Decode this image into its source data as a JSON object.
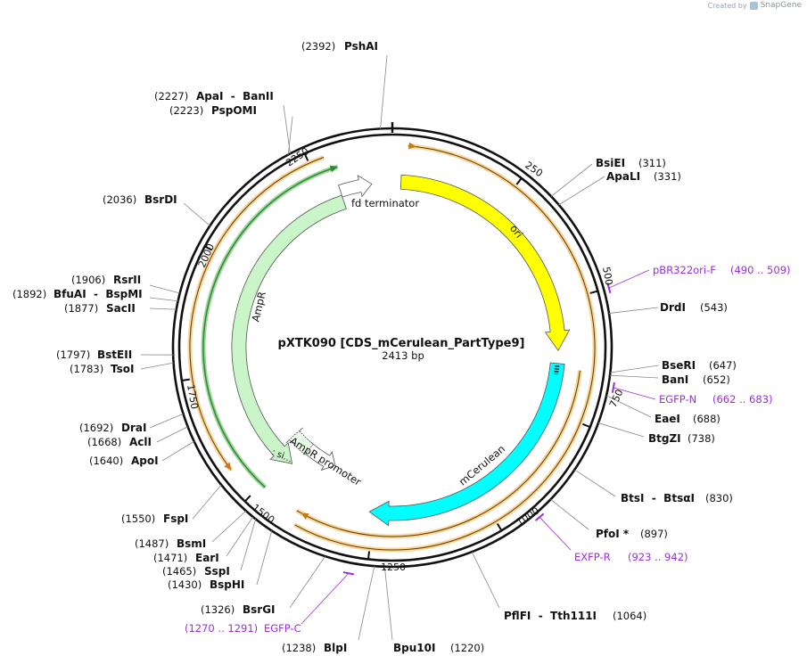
{
  "credit": {
    "prefix": "Created by",
    "brand": "SnapGene"
  },
  "title": "pXTK090 [CDS_mCerulean_PartType9]",
  "length_label": "2413 bp",
  "total_bp": 2413,
  "colors": {
    "ori": "#ffff00",
    "mCerulean": "#00ffff",
    "AmpR": "#c9f5c9",
    "promoter": "#ffffff",
    "orange_track": "#f5b342",
    "green_track": "#2e8b2e",
    "primer": "#9a2ed6"
  },
  "ticks": [
    {
      "label": "250",
      "pos": 250
    },
    {
      "label": "500",
      "pos": 500
    },
    {
      "label": "750",
      "pos": 750
    },
    {
      "label": "1000",
      "pos": 1000
    },
    {
      "label": "1250",
      "pos": 1250
    },
    {
      "label": "1500",
      "pos": 1500
    },
    {
      "label": "1750",
      "pos": 1750
    },
    {
      "label": "2000",
      "pos": 2000
    },
    {
      "label": "2250",
      "pos": 2250
    }
  ],
  "features": [
    {
      "name": "ori",
      "label": "ori",
      "start": 20,
      "end": 610,
      "dir": 1
    },
    {
      "name": "mCerulean",
      "label": "mCerulean",
      "start": 640,
      "end": 1260,
      "dir": 1
    },
    {
      "name": "AmpR",
      "label": "AmpR",
      "start": 1480,
      "end": 2290,
      "dir": -1
    },
    {
      "name": "AmpR-promoter",
      "label": "AmpR promoter",
      "start": 1380,
      "end": 1480,
      "dir": -1
    },
    {
      "name": "fd-terminator",
      "label": "fd terminator",
      "start": 2290,
      "end": 2365,
      "dir": 1
    }
  ],
  "sites": [
    {
      "name": "PshAI",
      "pos": "(2392)"
    },
    {
      "name": "ApaI  -  BanII",
      "pos": "(2227)"
    },
    {
      "name": "PspOMI",
      "pos": "(2223)"
    },
    {
      "name": "BsrDI",
      "pos": "(2036)"
    },
    {
      "name": "RsrII",
      "pos": "(1906)"
    },
    {
      "name": "BfuAI  -  BspMI",
      "pos": "(1892)"
    },
    {
      "name": "SacII",
      "pos": "(1877)"
    },
    {
      "name": "BstEII",
      "pos": "(1797)"
    },
    {
      "name": "TsoI",
      "pos": "(1783)"
    },
    {
      "name": "DraI",
      "pos": "(1692)"
    },
    {
      "name": "AclI",
      "pos": "(1668)"
    },
    {
      "name": "ApoI",
      "pos": "(1640)"
    },
    {
      "name": "FspI",
      "pos": "(1550)"
    },
    {
      "name": "BsmI",
      "pos": "(1487)"
    },
    {
      "name": "EarI",
      "pos": "(1471)"
    },
    {
      "name": "SspI",
      "pos": "(1465)"
    },
    {
      "name": "BspHI",
      "pos": "(1430)"
    },
    {
      "name": "BsrGI",
      "pos": "(1326)"
    },
    {
      "name": "BlpI",
      "pos": "(1238)"
    },
    {
      "name": "Bpu10I",
      "pos": "(1220)"
    },
    {
      "name": "PflFI  -  Tth111I",
      "pos": "(1064)"
    },
    {
      "name": "PfoI *",
      "pos": "(897)"
    },
    {
      "name": "BtsI  -  BtsαI",
      "pos": "(830)"
    },
    {
      "name": "BtgZI",
      "pos": "(738)"
    },
    {
      "name": "EaeI",
      "pos": "(688)"
    },
    {
      "name": "BanI",
      "pos": "(652)"
    },
    {
      "name": "BseRI",
      "pos": "(647)"
    },
    {
      "name": "DrdI",
      "pos": "(543)"
    },
    {
      "name": "ApaLI",
      "pos": "(331)"
    },
    {
      "name": "BsiEI",
      "pos": "(311)"
    }
  ],
  "primers": [
    {
      "name": "pBR322ori-F",
      "range": "(490 .. 509)"
    },
    {
      "name": "EGFP-N",
      "range": "(662 .. 683)"
    },
    {
      "name": "EXFP-R",
      "range": "(923 .. 942)"
    },
    {
      "name": "EGFP-C",
      "range": "(1270 .. 1291)"
    }
  ]
}
